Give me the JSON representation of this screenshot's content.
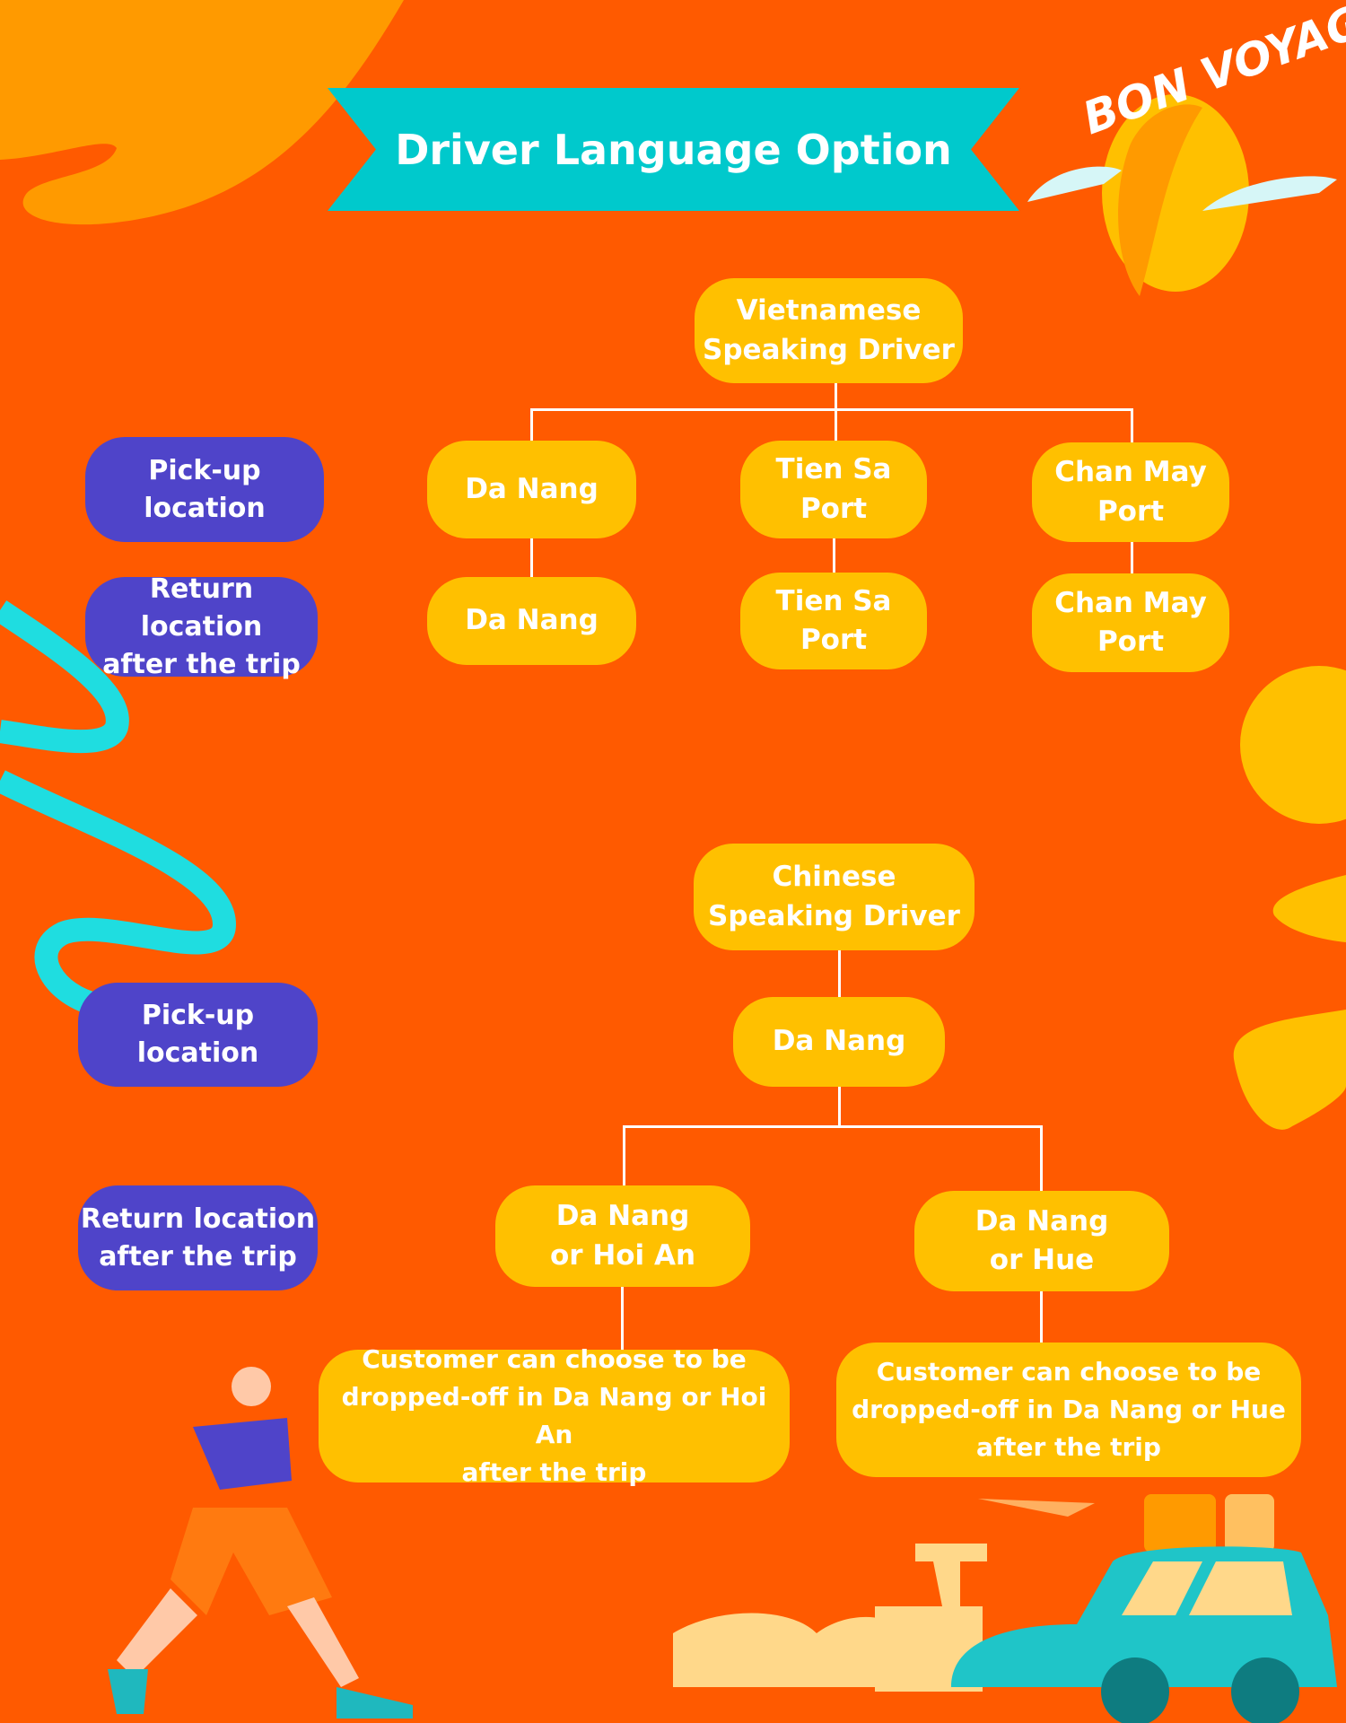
{
  "title": "Driver Language Option",
  "decoration_text": "BON VOYAGE",
  "colors": {
    "background": "#FF5A00",
    "node": "#FFC000",
    "label": "#4F44C9",
    "banner": "#00C9CC"
  },
  "vietnamese": {
    "driver": "Vietnamese\nSpeaking Driver",
    "pickup_label": "Pick-up\nlocation",
    "return_label": "Return location\nafter the trip",
    "pickup": [
      "Da Nang",
      "Tien Sa Port",
      "Chan May\nPort"
    ],
    "return": [
      "Da Nang",
      "Tien Sa Port",
      "Chan May\nPort"
    ]
  },
  "chinese": {
    "driver": "Chinese\nSpeaking Driver",
    "pickup_label": "Pick-up\nlocation",
    "return_label": "Return location\nafter the trip",
    "pickup": "Da Nang",
    "return": [
      "Da Nang\nor Hoi An",
      "Da Nang\nor Hue"
    ],
    "notes": [
      "Customer can choose to be\ndropped-off in Da Nang or Hoi An\nafter the trip",
      "Customer can choose to be\ndropped-off in Da Nang or Hue\nafter the trip"
    ]
  }
}
